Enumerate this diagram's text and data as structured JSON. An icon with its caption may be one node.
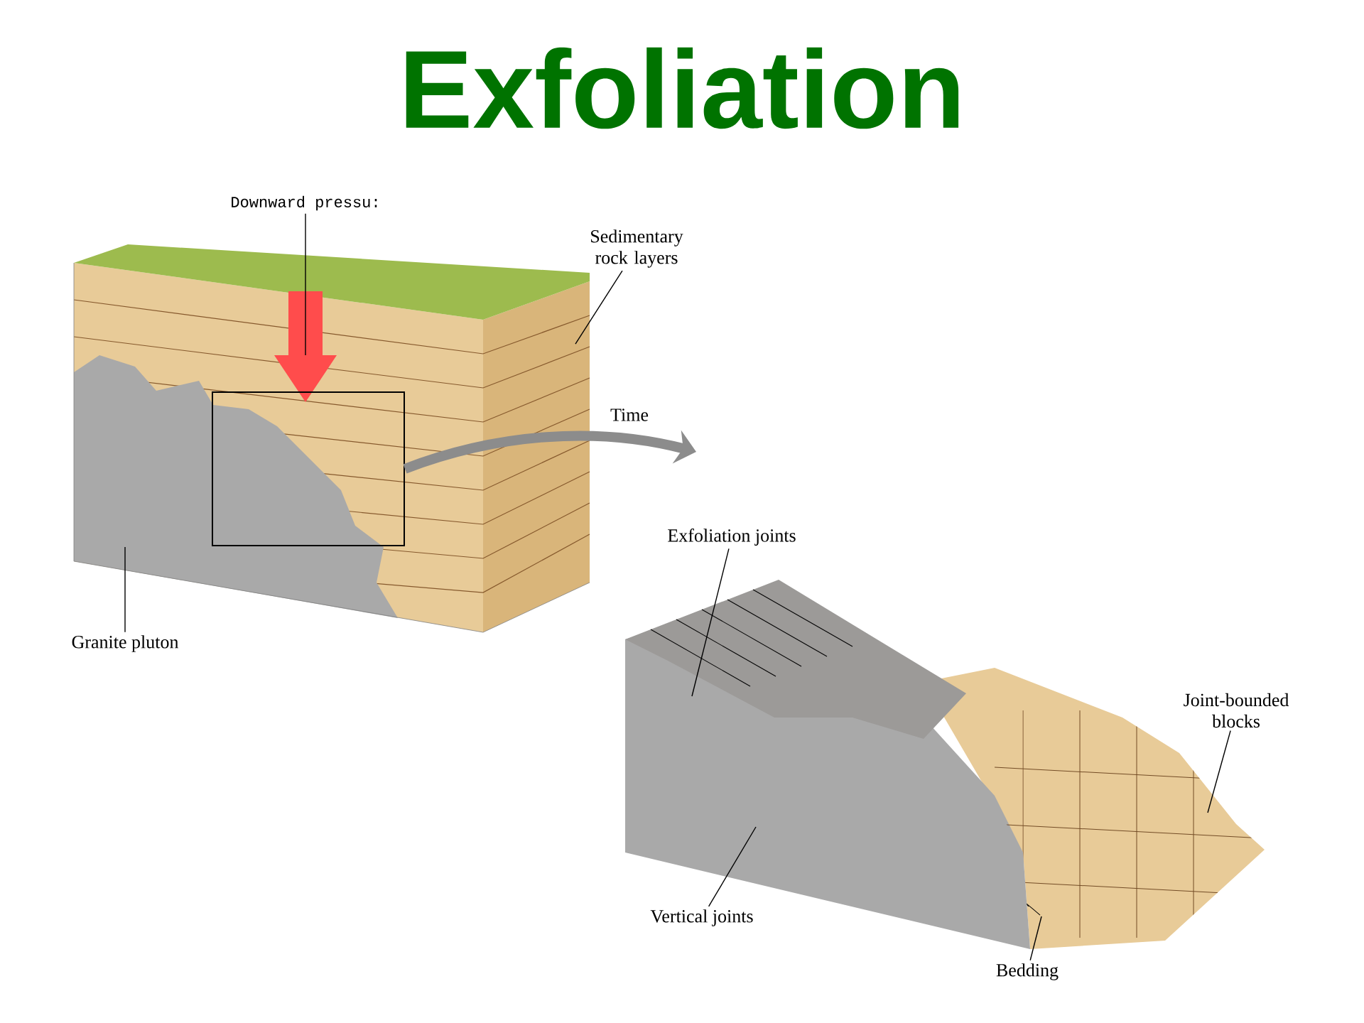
{
  "diagram": {
    "title": "Exfoliation",
    "nodes": [
      {
        "text": [
          "Downward pressu:"
        ]
      },
      {
        "text": [
          "Sedimentary rock layers"
        ]
      },
      {
        "text": [
          "Granite pluton"
        ]
      },
      {
        "text": [],
        "shape": "box"
      },
      {
        "text": [
          "Exfoliation joints"
        ]
      },
      {
        "text": [
          "Joint-bounded blocks"
        ]
      },
      {
        "text": [
          "Vertical joints"
        ]
      },
      {
        "text": [
          "Bedding"
        ]
      }
    ],
    "edges": [
      {
        "from": 0,
        "to": null,
        "arrow": "none"
      },
      {
        "from": 1,
        "to": null,
        "arrow": "none"
      },
      {
        "from": 2,
        "to": null,
        "arrow": "none"
      },
      {
        "from": 3,
        "to": null,
        "arrow": "to",
        "label": "Time",
        "style": "thick",
        "color": "#8c8c8c"
      },
      {
        "from": 4,
        "to": null,
        "arrow": "none"
      },
      {
        "from": 5,
        "to": null,
        "arrow": "none"
      },
      {
        "from": 6,
        "to": null,
        "arrow": "none"
      },
      {
        "from": 7,
        "to": null,
        "arrow": "none"
      }
    ]
  }
}
